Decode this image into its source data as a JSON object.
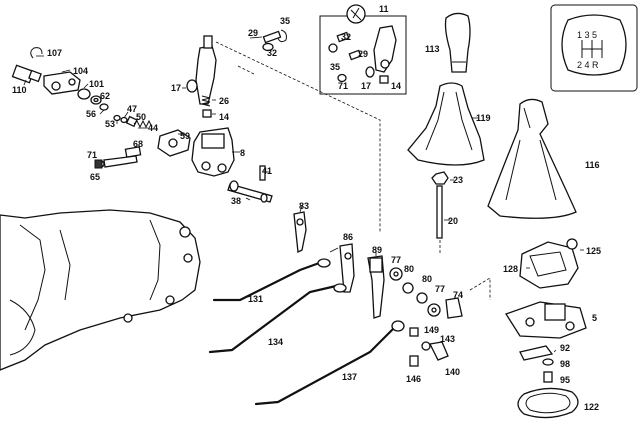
{
  "diagram": {
    "callouts": {
      "c107": "107",
      "c104": "104",
      "c110": "110",
      "c101": "101",
      "c62": "62",
      "c56": "56",
      "c53": "53",
      "c47": "47",
      "c50": "50",
      "c44": "44",
      "c59": "59",
      "c68": "68",
      "c71a": "71",
      "c65": "65",
      "c8": "8",
      "c41": "41",
      "c38": "38",
      "c29a": "29",
      "c35a": "35",
      "c32a": "32",
      "c17a": "17",
      "c26": "26",
      "c14a": "14",
      "c11": "11",
      "c32b": "32",
      "c29b": "29",
      "c35b": "35",
      "c71b": "71",
      "c17b": "17",
      "c14b": "14",
      "c113": "113",
      "c119": "119",
      "c116": "116",
      "c23": "23",
      "c20": "20",
      "c83": "83",
      "c86": "86",
      "c89": "89",
      "c77a": "77",
      "c80a": "80",
      "c80b": "80",
      "c77b": "77",
      "c74": "74",
      "c131": "131",
      "c134": "134",
      "c137": "137",
      "c149": "149",
      "c143": "143",
      "c146": "146",
      "c140": "140",
      "c125": "125",
      "c128": "128",
      "c5": "5",
      "c92": "92",
      "c98": "98",
      "c95": "95",
      "c122": "122"
    },
    "shift_pattern": {
      "top_row": "1 3 5",
      "bottom_row": "2 4 R"
    },
    "colors": {
      "line": "#111111",
      "background": "#ffffff"
    }
  }
}
